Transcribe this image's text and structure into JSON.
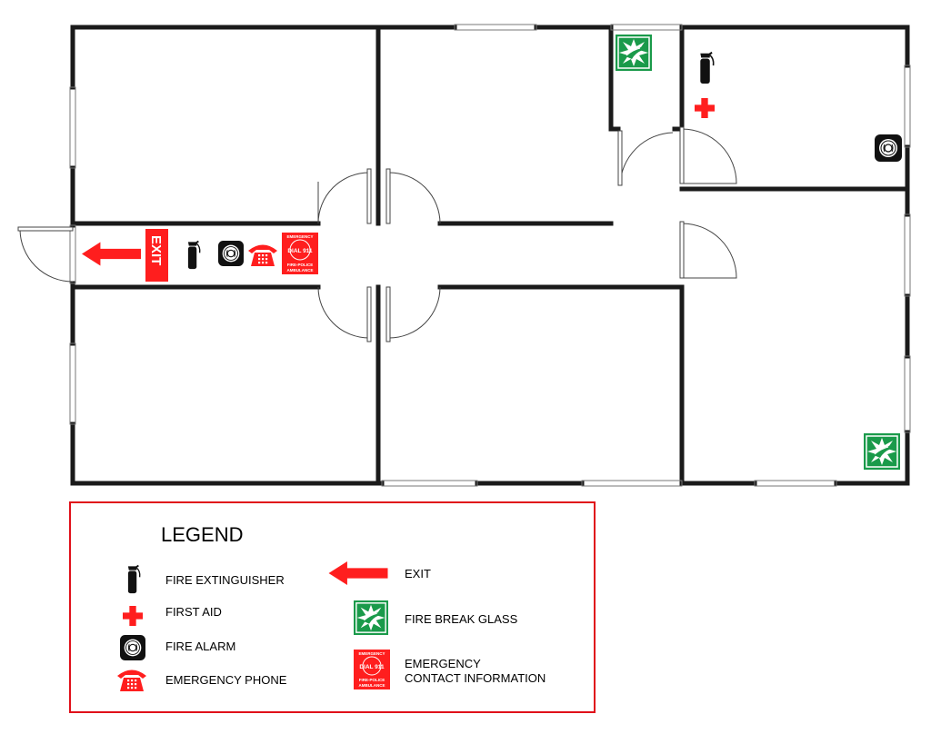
{
  "colors": {
    "wall": "#1a1a1a",
    "exit_red": "#ff1e1e",
    "break_glass_green": "#1a9a4a",
    "legend_border": "#e0101a"
  },
  "plan": {
    "exit_sign_text": "EXIT",
    "emergency_sign": {
      "top": "EMERGENCY",
      "dial": "DIAL 911",
      "bottom1": "FIRE-POLICE",
      "bottom2": "AMBULANCE"
    }
  },
  "legend": {
    "title": "LEGEND",
    "items": [
      {
        "icon": "fire-extinguisher-icon",
        "label": "FIRE EXTINGUISHER"
      },
      {
        "icon": "first-aid-icon",
        "label": "FIRST AID"
      },
      {
        "icon": "fire-alarm-icon",
        "label": "FIRE ALARM"
      },
      {
        "icon": "emergency-phone-icon",
        "label": "EMERGENCY PHONE"
      },
      {
        "icon": "exit-arrow-icon",
        "label": "EXIT"
      },
      {
        "icon": "fire-break-glass-icon",
        "label": "FIRE BREAK GLASS"
      },
      {
        "icon": "emergency-contact-icon",
        "label_line1": "EMERGENCY",
        "label_line2": "CONTACT INFORMATION"
      }
    ]
  }
}
